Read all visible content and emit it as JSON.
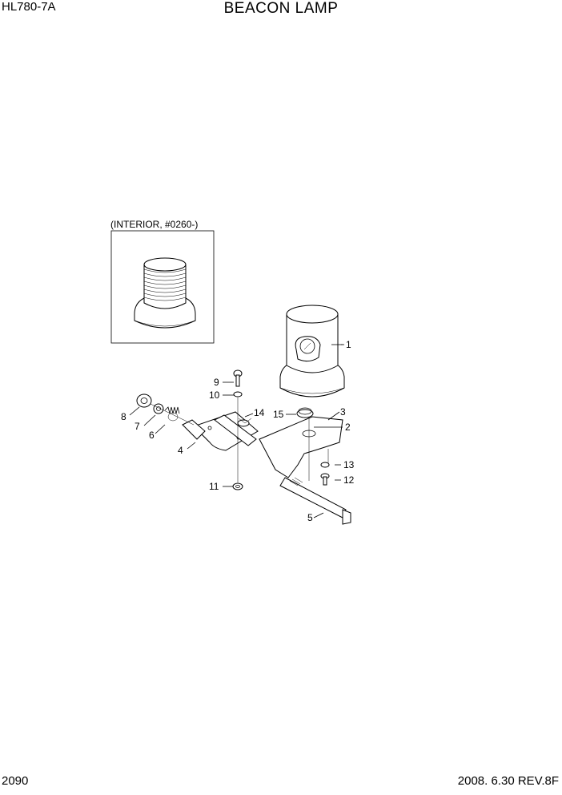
{
  "header": {
    "model": "HL780-7A",
    "title": "BEACON LAMP"
  },
  "footer": {
    "page_number": "2090",
    "revision": "2008. 6.30  REV.8F"
  },
  "inset": {
    "caption": "(INTERIOR, #0260-)"
  },
  "callouts": [
    "1",
    "2",
    "3",
    "4",
    "5",
    "6",
    "7",
    "8",
    "9",
    "10",
    "11",
    "12",
    "13",
    "14",
    "15"
  ]
}
